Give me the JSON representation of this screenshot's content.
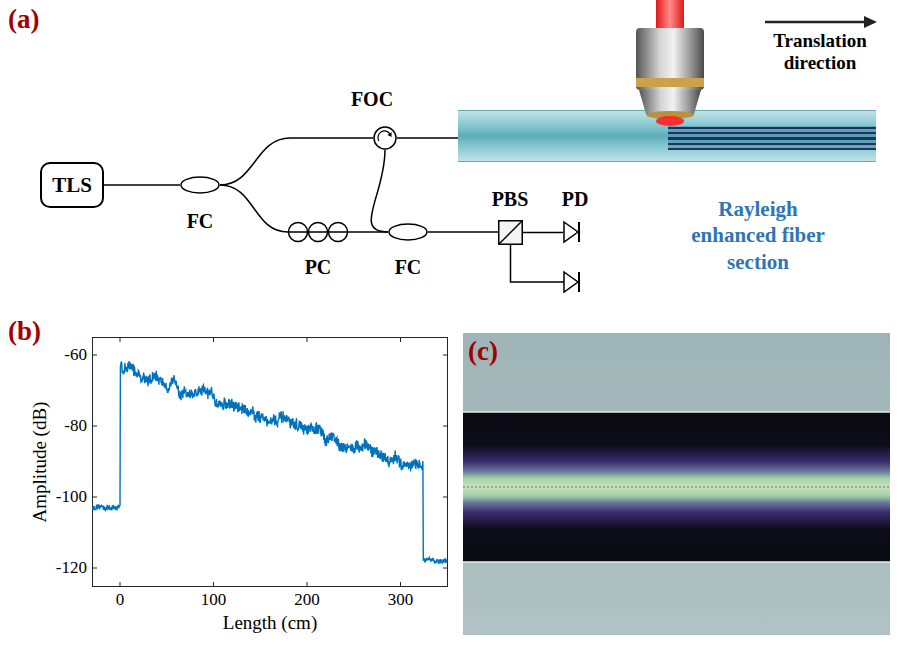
{
  "diagram": {
    "nodes": [
      {
        "text": [
          "TLS"
        ]
      },
      {
        "text": [
          "FC"
        ]
      },
      {
        "text": [
          "FOC"
        ]
      },
      {
        "text": [
          "PC"
        ]
      },
      {
        "text": [
          "FC"
        ]
      },
      {
        "text": [
          "PBS"
        ]
      },
      {
        "text": [
          "PD"
        ]
      }
    ],
    "edges": [
      {
        "from": 0,
        "to": 1,
        "arrow": "none"
      },
      {
        "from": 1,
        "to": 2,
        "arrow": "none"
      },
      {
        "from": 1,
        "to": 3,
        "arrow": "none"
      },
      {
        "from": 2,
        "to": 4,
        "arrow": "none"
      },
      {
        "from": 3,
        "to": 4,
        "arrow": "none"
      },
      {
        "from": 4,
        "to": 5,
        "arrow": "none"
      },
      {
        "from": 5,
        "to": 6,
        "arrow": "none"
      }
    ],
    "labels": [
      "(a)",
      "Translation direction",
      "Rayleigh enhanced fiber section",
      "(b)",
      "-60",
      "-80",
      "-100",
      "-120",
      "0",
      "100",
      "200",
      "300",
      "Amplitude (dB)",
      "Length (cm)",
      "(c)"
    ]
  }
}
